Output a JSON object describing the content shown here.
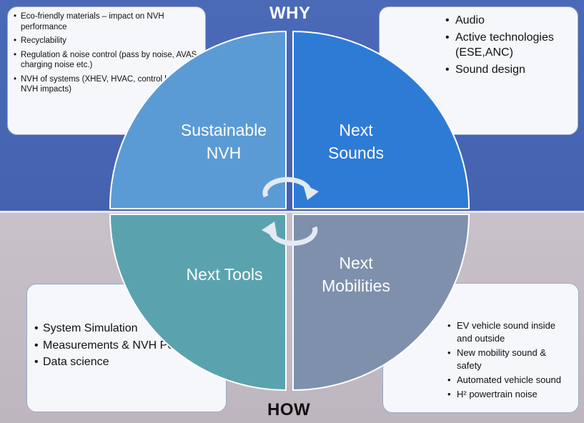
{
  "headings": {
    "why": "WHY",
    "how": "HOW"
  },
  "quadrants": {
    "top_left": "Sustainable NVH",
    "top_right": "Next Sounds",
    "bottom_left": "Next Tools",
    "bottom_right": "Next Mobilities"
  },
  "boxes": {
    "top_left": [
      "Eco-friendly materials – impact on NVH performance",
      "Recyclability",
      "Regulation & noise control (pass by noise, AVAS, charging noise etc.)",
      "NVH of systems (XHEV, HVAC, control logic NVH impacts)"
    ],
    "top_right": [
      "Audio",
      "Active technologies (ESE,ANC)",
      "Sound design"
    ],
    "bottom_left": [
      "System Simulation",
      "Measurements & NVH Perception",
      "Data science"
    ],
    "bottom_right": [
      "EV vehicle sound inside and outside",
      "New mobility sound & safety",
      "Automated vehicle sound",
      "H² powertrain noise"
    ]
  },
  "colors": {
    "top_left": "#5b9bd5",
    "top_right": "#2e7bd6",
    "bottom_left": "#5aa3ae",
    "bottom_right": "#7f90ad"
  },
  "icons": [
    "cycle-arrow-icon",
    "cycle-arrow-icon"
  ]
}
